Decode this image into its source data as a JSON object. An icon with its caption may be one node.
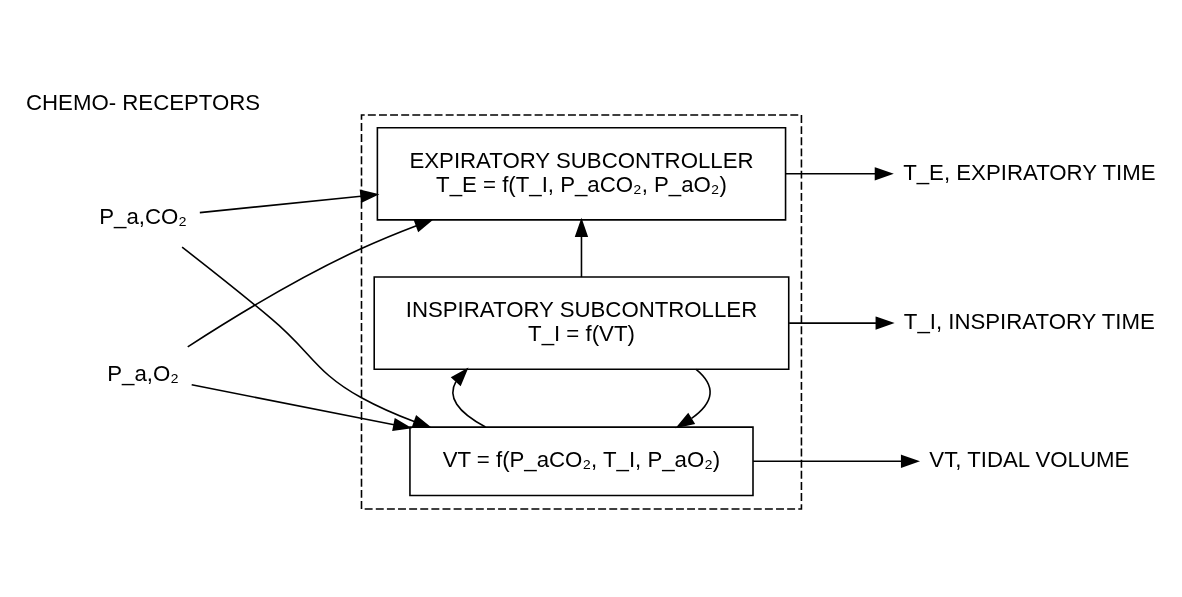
{
  "diagram": {
    "nodes": [
      {
        "text": [],
        "shape": "box"
      },
      {
        "text": [
          "EXPIRATORY SUBCONTROLLER",
          "T_E = f(T_I, P_aCO₂, P_aO₂)"
        ],
        "in": 0
      },
      {
        "text": [
          "INSPIRATORY SUBCONTROLLER",
          "T_I = f(VT)"
        ],
        "in": 0
      },
      {
        "text": [
          "VT = f(P_aCO₂, T_I, P_aO₂)"
        ],
        "in": 0
      },
      {
        "text": [
          "P_a,CO₂"
        ]
      },
      {
        "text": [
          "P_a,O₂"
        ]
      },
      {
        "text": [
          "T_E, EXPIRATORY TIME"
        ]
      },
      {
        "text": [
          "T_I, INSPIRATORY TIME"
        ]
      },
      {
        "text": [
          "VT, TIDAL VOLUME"
        ]
      }
    ],
    "edges": [
      {
        "from": 4,
        "to": 1,
        "arrow": "to"
      },
      {
        "from": 5,
        "to": 1,
        "arrow": "to"
      },
      {
        "from": 4,
        "to": 3,
        "arrow": "to"
      },
      {
        "from": 5,
        "to": 3,
        "arrow": "to"
      },
      {
        "from": 2,
        "to": 1,
        "arrow": "to"
      },
      {
        "from": 2,
        "to": 3,
        "arrow": "to"
      },
      {
        "from": 3,
        "to": 2,
        "arrow": "to"
      },
      {
        "from": 1,
        "to": 6,
        "arrow": "to"
      },
      {
        "from": 2,
        "to": 7,
        "arrow": "to"
      },
      {
        "from": 3,
        "to": 8,
        "arrow": "to"
      }
    ],
    "labels": [
      "CHEMO- RECEPTORS"
    ]
  }
}
